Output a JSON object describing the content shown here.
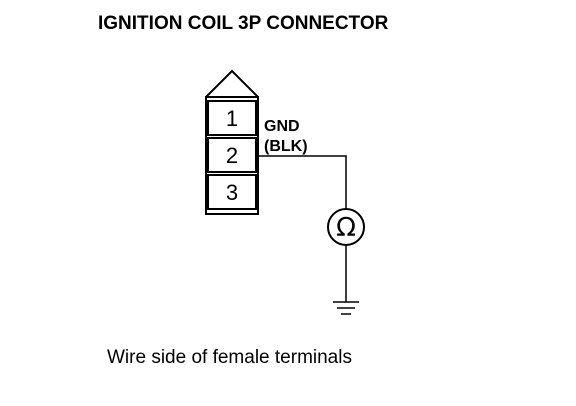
{
  "title": "IGNITION COIL 3P CONNECTOR",
  "connector": {
    "pins": [
      "1",
      "2",
      "3"
    ]
  },
  "wire": {
    "label": "GND",
    "color_code": "(BLK)"
  },
  "meter": {
    "symbol": "Ω"
  },
  "caption": "Wire side of female terminals",
  "colors": {
    "line": "#000000",
    "background": "#ffffff"
  }
}
